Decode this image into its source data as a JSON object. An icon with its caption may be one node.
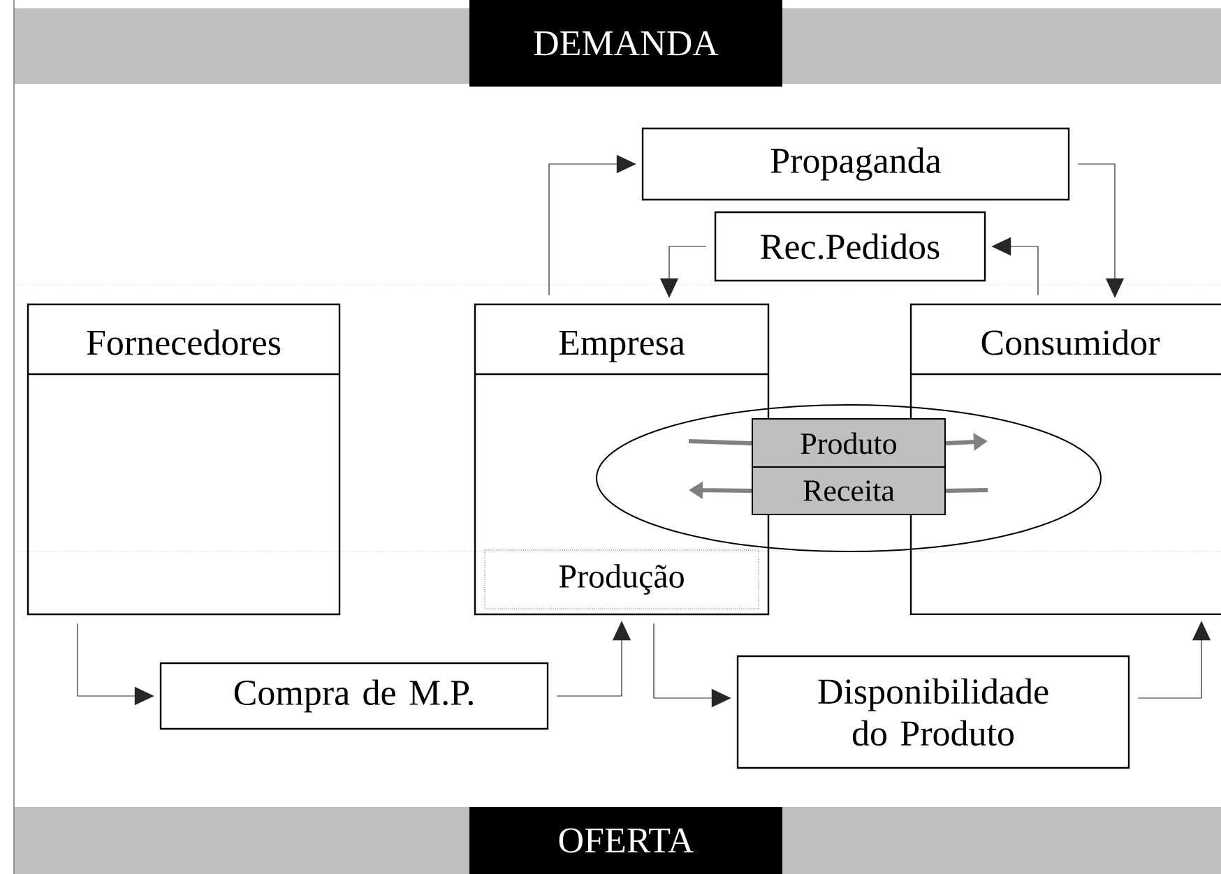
{
  "diagram": {
    "nodes": [
      {
        "text": [
          "DEMANDA"
        ]
      },
      {
        "text": [
          "Propaganda"
        ]
      },
      {
        "text": [
          "Rec.Pedidos"
        ]
      },
      {
        "text": [
          "Fornecedores"
        ]
      },
      {
        "text": [
          "Empresa"
        ]
      },
      {
        "text": [
          "Consumidor"
        ]
      },
      {
        "text": [],
        "shape": "ellipse"
      },
      {
        "text": [
          "Produto"
        ],
        "in": 6
      },
      {
        "text": [
          "Receita"
        ],
        "in": 6
      },
      {
        "text": [
          "Produção"
        ],
        "in": 4
      },
      {
        "text": [
          "Compra de M.P."
        ]
      },
      {
        "text": [
          "Disponibilidade do Produto"
        ]
      },
      {
        "text": [
          "OFERTA"
        ]
      }
    ],
    "edges": [
      {
        "from": 4,
        "to": 1,
        "arrow": "to"
      },
      {
        "from": 1,
        "to": 5,
        "arrow": "to"
      },
      {
        "from": 5,
        "to": 2,
        "arrow": "to"
      },
      {
        "from": 2,
        "to": 4,
        "arrow": "to"
      },
      {
        "from": 3,
        "to": 10,
        "arrow": "to"
      },
      {
        "from": 10,
        "to": 4,
        "arrow": "to"
      },
      {
        "from": 4,
        "to": 11,
        "arrow": "to"
      },
      {
        "from": 11,
        "to": 5,
        "arrow": "to"
      },
      {
        "from": null,
        "to": 7,
        "arrow": "none",
        "style": "thick",
        "color": "#808080"
      },
      {
        "from": 7,
        "to": 5,
        "arrow": "to",
        "style": "thick",
        "color": "#808080"
      },
      {
        "from": 5,
        "to": 8,
        "arrow": "none",
        "style": "thick",
        "color": "#808080"
      },
      {
        "from": 8,
        "to": null,
        "arrow": "to",
        "style": "thick",
        "color": "#808080"
      }
    ]
  }
}
